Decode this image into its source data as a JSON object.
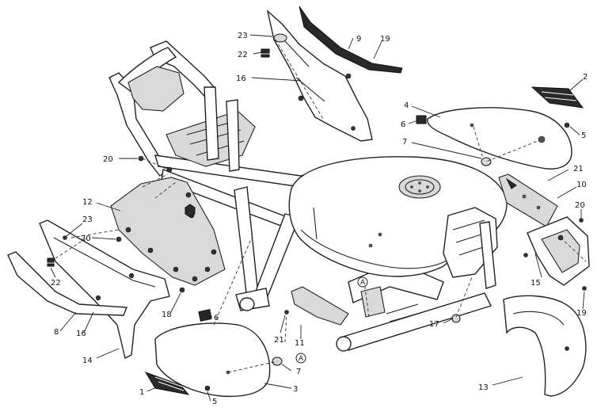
{
  "diagram": {
    "callouts": [
      {
        "id": "c1",
        "text": "1"
      },
      {
        "id": "c2",
        "text": "2"
      },
      {
        "id": "c3",
        "text": "3"
      },
      {
        "id": "c4",
        "text": "4"
      },
      {
        "id": "c5a",
        "text": "5"
      },
      {
        "id": "c5b",
        "text": "5"
      },
      {
        "id": "c6a",
        "text": "6"
      },
      {
        "id": "c6b",
        "text": "6"
      },
      {
        "id": "c7a",
        "text": "7"
      },
      {
        "id": "c7b",
        "text": "7"
      },
      {
        "id": "c8",
        "text": "8"
      },
      {
        "id": "c9",
        "text": "9"
      },
      {
        "id": "c10",
        "text": "10"
      },
      {
        "id": "c11",
        "text": "11"
      },
      {
        "id": "c12",
        "text": "12"
      },
      {
        "id": "c13",
        "text": "13"
      },
      {
        "id": "c14",
        "text": "14"
      },
      {
        "id": "c15",
        "text": "15"
      },
      {
        "id": "c16a",
        "text": "16"
      },
      {
        "id": "c16b",
        "text": "16"
      },
      {
        "id": "c17",
        "text": "17"
      },
      {
        "id": "c18",
        "text": "18"
      },
      {
        "id": "c19a",
        "text": "19"
      },
      {
        "id": "c19b",
        "text": "19"
      },
      {
        "id": "c20a",
        "text": "20"
      },
      {
        "id": "c20b",
        "text": "20"
      },
      {
        "id": "c20c",
        "text": "20"
      },
      {
        "id": "c21a",
        "text": "21"
      },
      {
        "id": "c21b",
        "text": "21"
      },
      {
        "id": "c22a",
        "text": "22"
      },
      {
        "id": "c22b",
        "text": "22"
      },
      {
        "id": "c23a",
        "text": "23"
      },
      {
        "id": "c23b",
        "text": "23"
      }
    ],
    "reference_marks": [
      {
        "id": "mA1",
        "text": "A"
      },
      {
        "id": "mA2",
        "text": "A"
      }
    ]
  }
}
